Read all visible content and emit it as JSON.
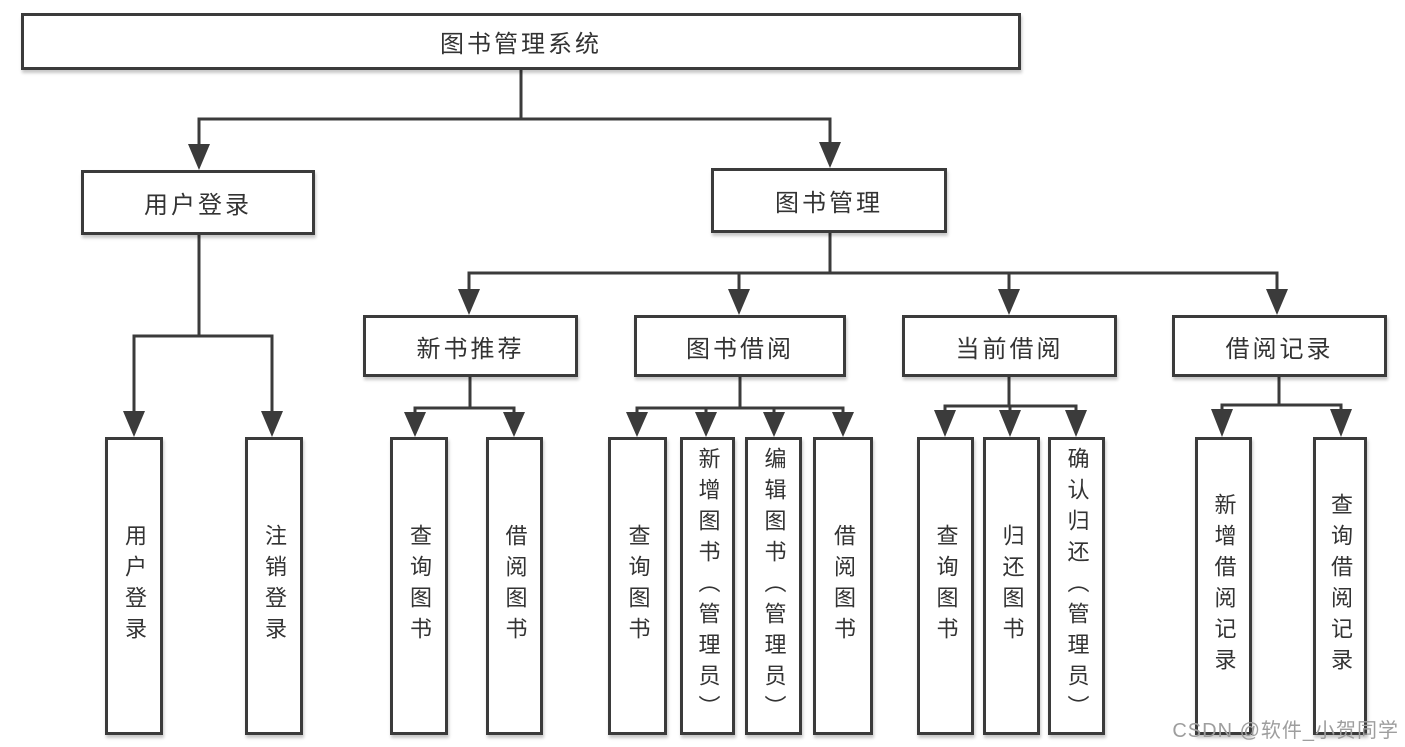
{
  "diagram": {
    "root": {
      "label": "图书管理系统"
    },
    "branches": [
      {
        "label": "用户登录",
        "children": [
          {
            "label": "用户登录"
          },
          {
            "label": "注销登录"
          }
        ]
      },
      {
        "label": "图书管理",
        "children": [
          {
            "label": "新书推荐",
            "children": [
              {
                "label": "查询图书"
              },
              {
                "label": "借阅图书"
              }
            ]
          },
          {
            "label": "图书借阅",
            "children": [
              {
                "label": "查询图书"
              },
              {
                "label": "新增图书（管理员）"
              },
              {
                "label": "编辑图书（管理员）"
              },
              {
                "label": "借阅图书"
              }
            ]
          },
          {
            "label": "当前借阅",
            "children": [
              {
                "label": "查询图书"
              },
              {
                "label": "归还图书"
              },
              {
                "label": "确认归还（管理员）"
              }
            ]
          },
          {
            "label": "借阅记录",
            "children": [
              {
                "label": "新增借阅记录"
              },
              {
                "label": "查询借阅记录"
              }
            ]
          }
        ]
      }
    ]
  },
  "watermark": {
    "text": "CSDN @软件_小贺同学"
  },
  "colors": {
    "line": "#3b3b3b",
    "background": "#ffffff",
    "text": "#333333",
    "watermark": "#9e9e9e"
  }
}
